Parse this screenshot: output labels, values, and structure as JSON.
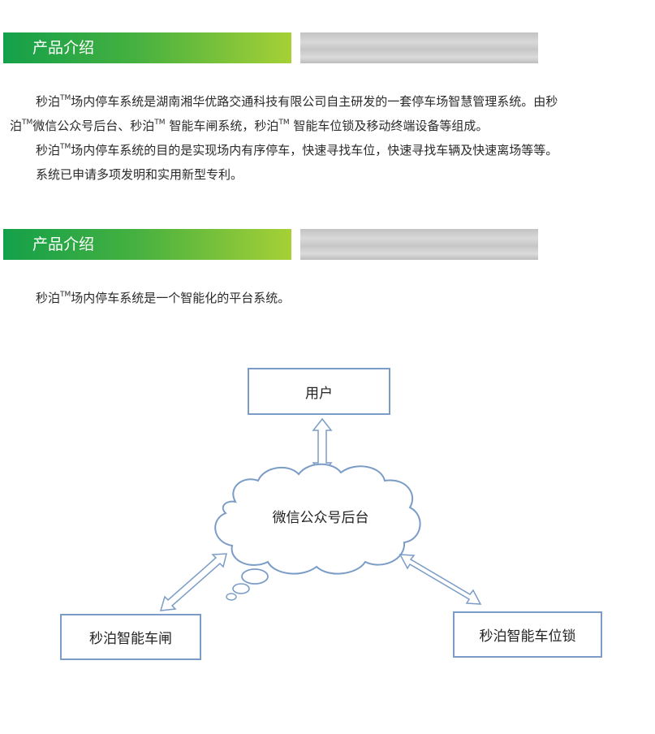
{
  "section1": {
    "title": "产品介绍"
  },
  "intro": {
    "brand": "秒泊",
    "tm": "TM",
    "line1_rest": "场内停车系统是湖南湘华优路交通科技有限公司自主研发的一套停车场智慧管理系统。由秒",
    "line2_a": "泊",
    "line2_b": "微信公众号后台、秒泊",
    "line2_c": " 智能车闸系统，秒泊",
    "line2_d": " 智能车位锁及移动终端设备等组成。",
    "line3_a": "秒泊",
    "line3_b": "场内停车系统的目的是实现场内有序停车，快速寻找车位，快速寻找车辆及快速离场等等。",
    "line4": "系统已申请多项发明和实用新型专利。"
  },
  "section2": {
    "title": "产品介绍"
  },
  "platform": {
    "a": "秒泊",
    "b": "场内停车系统是一个智能化的平台系统。"
  },
  "diagram": {
    "user_box": "用户",
    "cloud": "微信公众号后台",
    "gate_box": "秒泊智能车闸",
    "lock_box": "秒泊智能车位锁"
  },
  "colors": {
    "green_start": "#14a04a",
    "green_end": "#a6d036",
    "diagram_line": "#7a9cc6",
    "diagram_fill": "#ffffff"
  }
}
